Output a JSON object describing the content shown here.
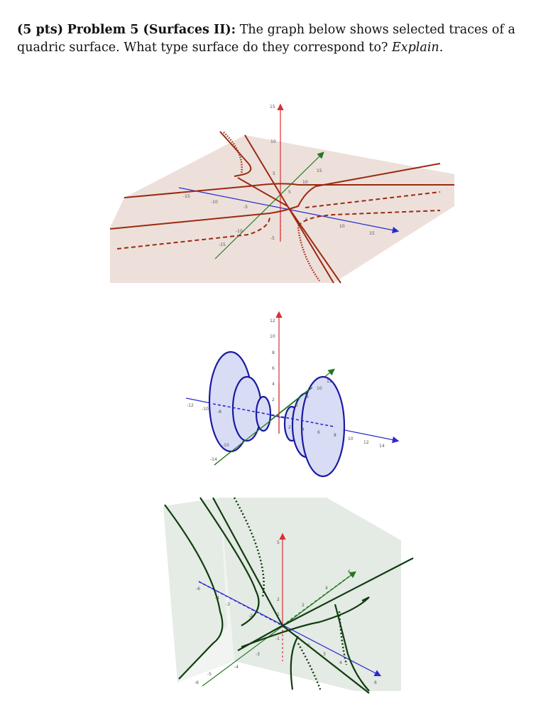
{
  "problem": {
    "points": "(5 pts)",
    "title": "Problem 5 (Surfaces II):",
    "text": "The graph below shows selected traces of a quadric surface. What type surface do they correspond to?",
    "explain": "Explain."
  },
  "figure1": {
    "z_ticks": [
      "15",
      "10",
      "5",
      "-5"
    ],
    "x_ticks": [
      "-15",
      "-10",
      "-5",
      "5",
      "10",
      "15"
    ],
    "y_ticks": [
      "15",
      "10",
      "5",
      "-10",
      "-15"
    ],
    "colors": {
      "trace": "#9b2a10",
      "axis_z": "#d93030",
      "axis_x": "#2a2ad0",
      "axis_y": "#1f7a1f",
      "plane": "#eadbd5"
    }
  },
  "figure2": {
    "z_ticks": [
      "12",
      "10",
      "8",
      "6",
      "4",
      "2"
    ],
    "x_ticks": [
      "-12",
      "-10",
      "-8",
      "2",
      "4",
      "6",
      "8",
      "10",
      "12",
      "14"
    ],
    "y_ticks": [
      "12",
      "10",
      "8",
      "6",
      "-10",
      "-14"
    ],
    "colors": {
      "trace": "#1a1aa0",
      "fill": "#d8dcf5"
    }
  },
  "figure3": {
    "z_ticks": [
      "5",
      "1",
      "2",
      "-1"
    ],
    "x_ticks": [
      "-6",
      "-4",
      "-3",
      "-2",
      "2",
      "3",
      "4",
      "6"
    ],
    "y_ticks": [
      "6",
      "4",
      "2",
      "-3",
      "-4",
      "-5",
      "-6"
    ],
    "colors": {
      "trace": "#0f3d0f",
      "plane": "#dfe6df"
    }
  }
}
